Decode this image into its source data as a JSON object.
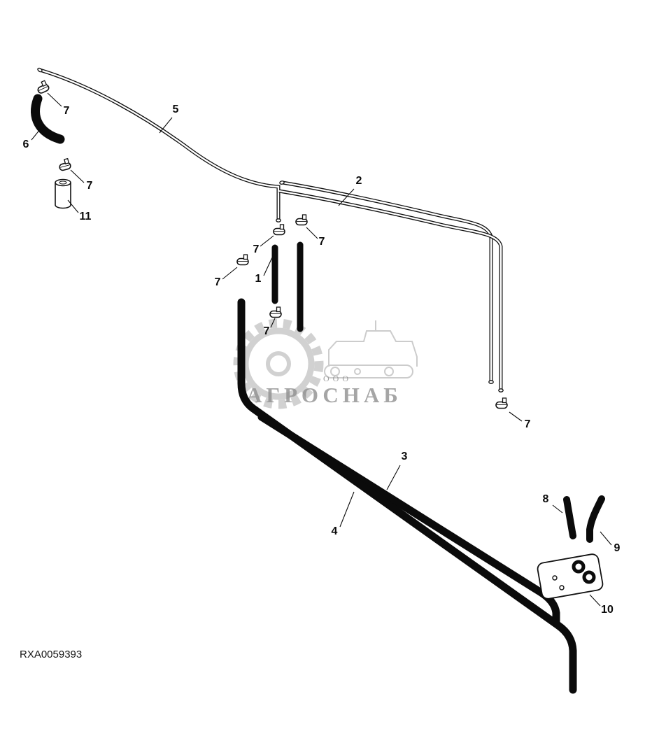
{
  "figure": {
    "code": "RXA0059393"
  },
  "watermark": {
    "ooo": "ООО",
    "company": "АГРОСНАБ"
  },
  "colors": {
    "line": "#0b0b0b",
    "watermark": "#8f8f8f",
    "background": "#ffffff"
  },
  "callouts": [
    {
      "label": "7"
    },
    {
      "label": "6"
    },
    {
      "label": "5"
    },
    {
      "label": "7"
    },
    {
      "label": "11"
    },
    {
      "label": "2"
    },
    {
      "label": "7"
    },
    {
      "label": "7"
    },
    {
      "label": "7"
    },
    {
      "label": "1"
    },
    {
      "label": "7"
    },
    {
      "label": "7"
    },
    {
      "label": "3"
    },
    {
      "label": "4"
    },
    {
      "label": "8"
    },
    {
      "label": "9"
    },
    {
      "label": "10"
    }
  ]
}
